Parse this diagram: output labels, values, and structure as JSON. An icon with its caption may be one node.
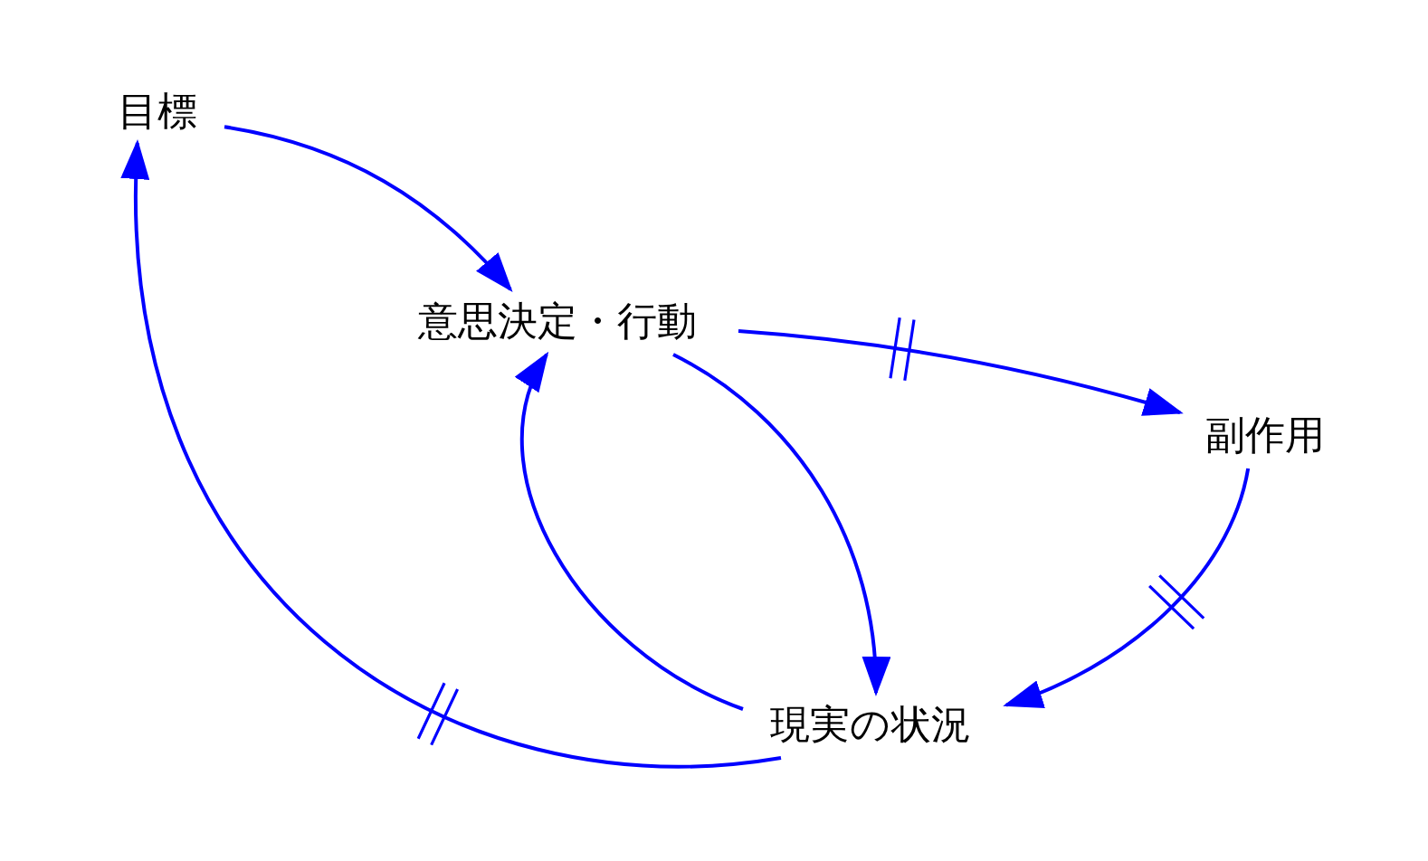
{
  "diagram": {
    "nodes": [
      {
        "text": [
          "目標"
        ]
      },
      {
        "text": [
          "意思決定・行動"
        ]
      },
      {
        "text": [
          "副作用"
        ]
      },
      {
        "text": [
          "現実の状況"
        ]
      }
    ],
    "edges": [
      {
        "from": 0,
        "to": 1,
        "arrow": "to"
      },
      {
        "from": 1,
        "to": 2,
        "arrow": "to"
      },
      {
        "from": 2,
        "to": 3,
        "arrow": "to"
      },
      {
        "from": 1,
        "to": 3,
        "arrow": "to"
      },
      {
        "from": 3,
        "to": 1,
        "arrow": "to"
      },
      {
        "from": 3,
        "to": 0,
        "arrow": "to"
      }
    ]
  }
}
